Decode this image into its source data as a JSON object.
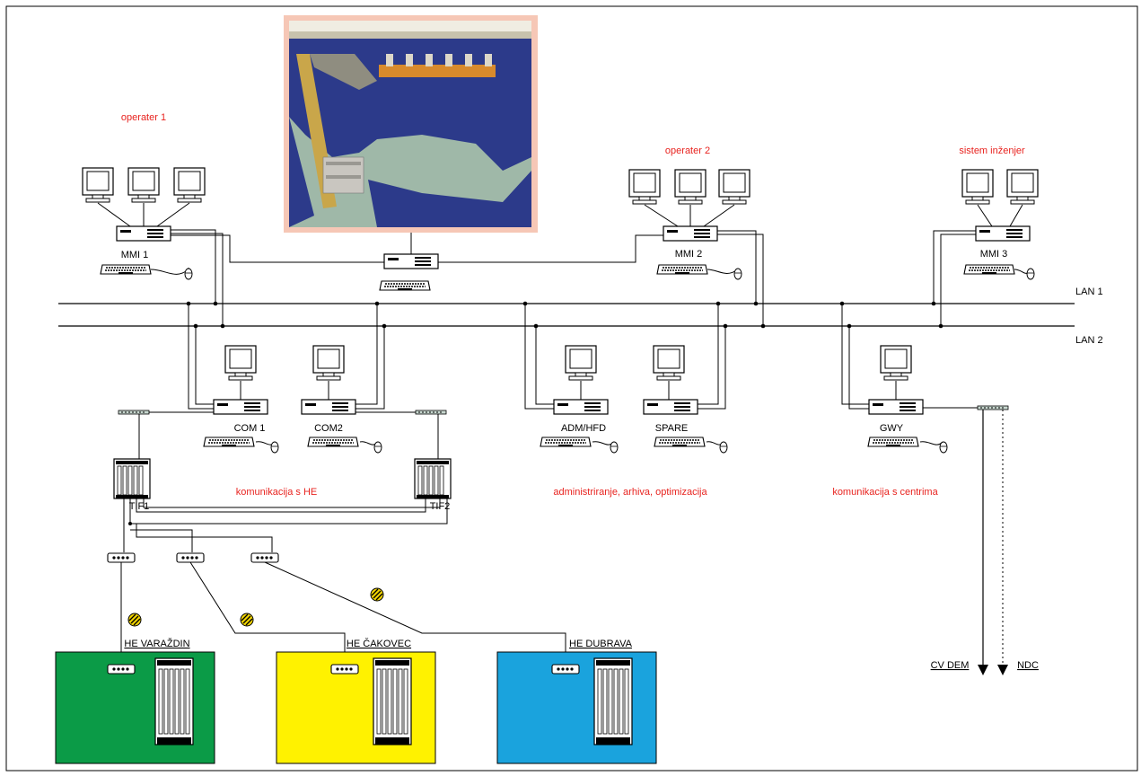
{
  "groups": {
    "operator1": "operater 1",
    "operator2": "operater 2",
    "system_engineer": "sistem inženjer",
    "he_comm": "komunikacija s HE",
    "admin": "administriranje, arhiva, optimizacija",
    "centers_comm": "komunikacija s centrima"
  },
  "lans": {
    "lan1": "LAN 1",
    "lan2": "LAN 2"
  },
  "nodes": {
    "mmi1": "MMI 1",
    "mmi2": "MMI 2",
    "mmi3": "MMI 3",
    "com1": "COM 1",
    "com2": "COM2",
    "adm": "ADM/HFD",
    "spare": "SPARE",
    "gwy": "GWY",
    "tif1": "TIF1",
    "tif2": "TIF2"
  },
  "plants": [
    {
      "name": "HE VARAŽDIN",
      "color": "#0b9b47"
    },
    {
      "name": "HE ČAKOVEC",
      "color": "#fff200"
    },
    {
      "name": "HE DUBRAVA",
      "color": "#1aa3dd"
    }
  ],
  "outputs": {
    "cv_dem": "CV DEM",
    "ndc": "NDC"
  }
}
